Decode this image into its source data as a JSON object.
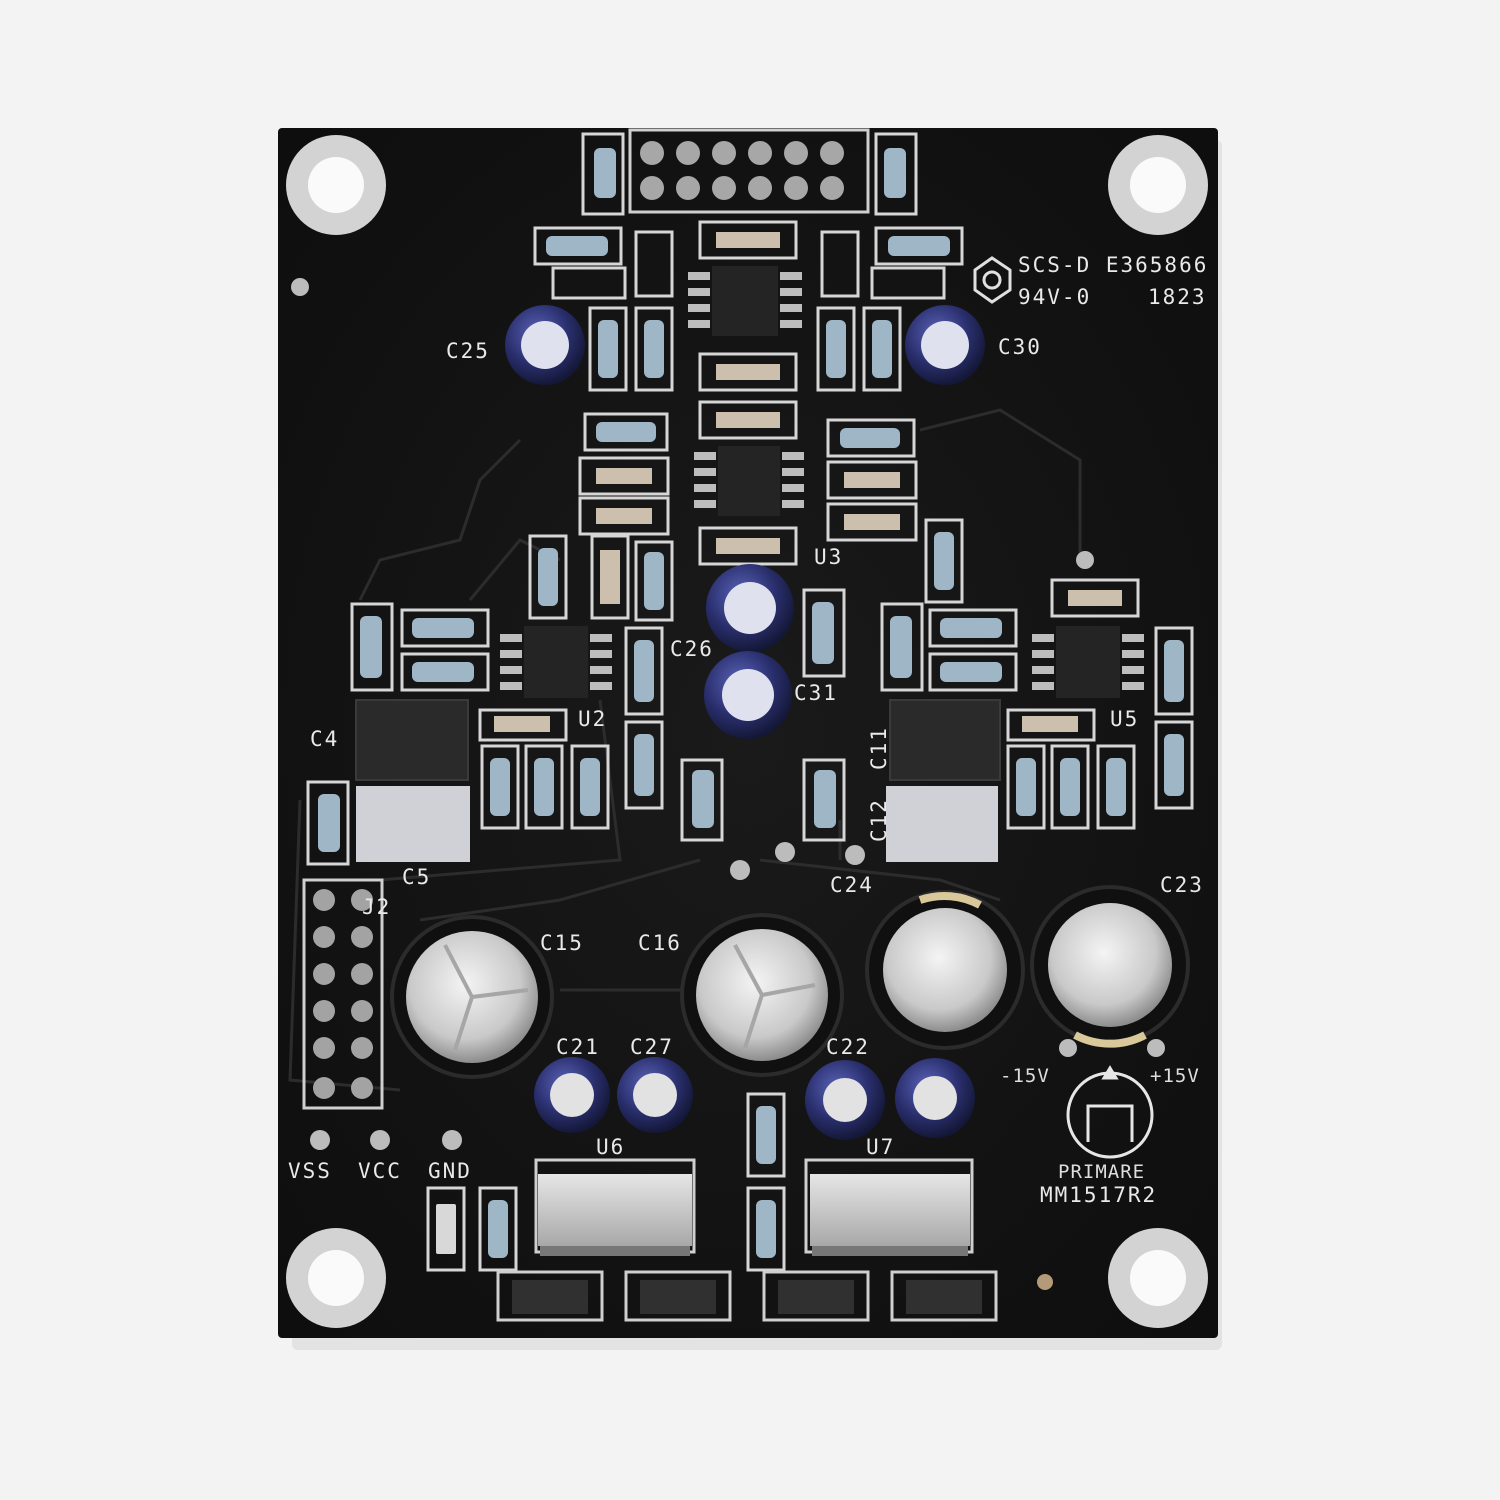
{
  "board": {
    "certification": {
      "line1": "SCS-D E365866",
      "line2": "94V-0",
      "date_code": "1823"
    },
    "brand": "PRIMARE",
    "model": "MM1517R2",
    "connector_label": "J2",
    "power_labels": {
      "left": "-15V",
      "right": "+15V"
    },
    "pad_labels": [
      "VSS",
      "VCC",
      "GND"
    ],
    "refs": {
      "c25": "C25",
      "c30": "C30",
      "u3": "U3",
      "c26": "C26",
      "c31": "C31",
      "u2": "U2",
      "u5": "U5",
      "c4": "C4",
      "c5": "C5",
      "c11": "C11",
      "c12": "C12",
      "c24": "C24",
      "c23": "C23",
      "c15": "C15",
      "c16": "C16",
      "c21": "C21",
      "c27": "C27",
      "c22": "C22",
      "u6": "U6",
      "u7": "U7"
    }
  },
  "colors": {
    "pcb": "#141414",
    "silkscreen": "#e9e9e9",
    "background": "#f3f3f3",
    "electrolytic_blue": "#2a2f6e"
  }
}
